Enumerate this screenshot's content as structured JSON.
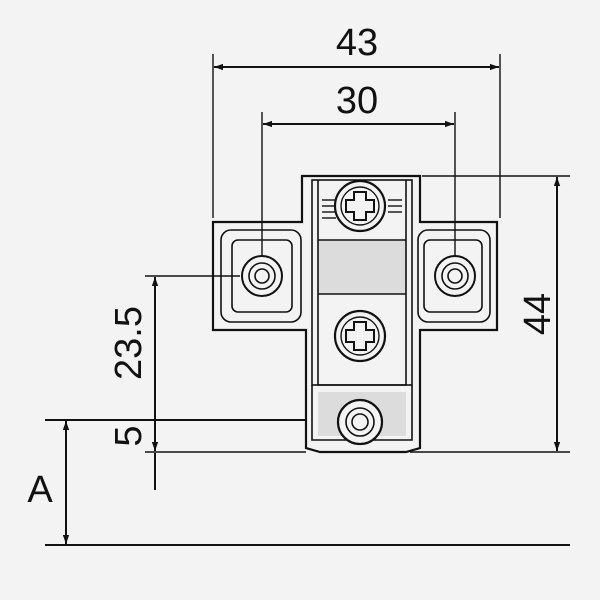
{
  "dimensions": {
    "overall_width": "43",
    "hole_spacing": "30",
    "height": "44",
    "hole_offset": "23.5",
    "base_offset": "5",
    "variable": "A"
  },
  "colors": {
    "line": "#111111",
    "background": "#f3f3f3",
    "shade": "#dcdcdc"
  }
}
